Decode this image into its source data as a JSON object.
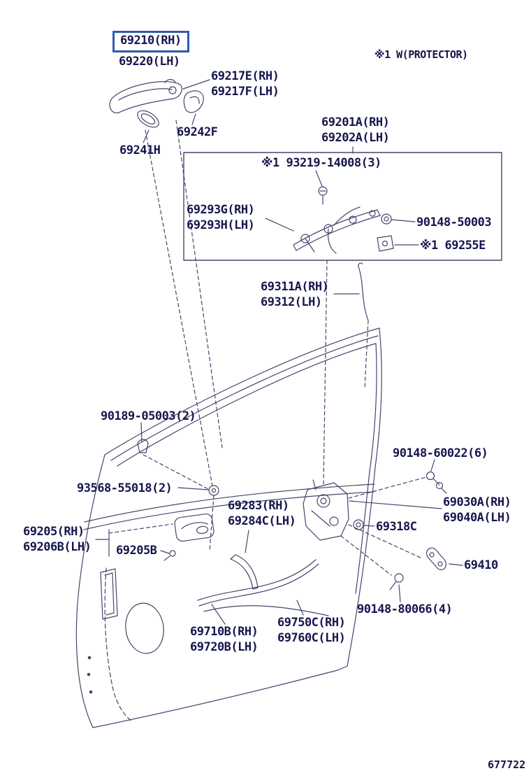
{
  "diagram": {
    "kind": "automotive-parts-diagram",
    "subject": "front door lock and handle",
    "figure_code": "677722",
    "note_protector": "※1 W(PROTECTOR)",
    "highlighted_part": "69210(RH)",
    "colors": {
      "background": "#ffffff",
      "text": "#16164e",
      "line": "#45456d",
      "highlight_border": "#2d5da9"
    }
  },
  "parts": {
    "p69210_rh": "69210(RH)",
    "p69220_lh": "69220(LH)",
    "p69217e_rh": "69217E(RH)",
    "p69217f_lh": "69217F(LH)",
    "p69242f": "69242F",
    "p69241h": "69241H",
    "p69201a_rh": "69201A(RH)",
    "p69202a_lh": "69202A(LH)",
    "p93219_14008": "※1 93219-14008(3)",
    "p69293g_rh": "69293G(RH)",
    "p69293h_lh": "69293H(LH)",
    "p90148_50003": "90148-50003",
    "p69255e": "※1 69255E",
    "p69311a_rh": "69311A(RH)",
    "p69312_lh": "69312(LH)",
    "p90189_05003": "90189-05003(2)",
    "p93568_55018": "93568-55018(2)",
    "p90148_60022": "90148-60022(6)",
    "p69283_rh": "69283(RH)",
    "p69284c_lh": "69284C(LH)",
    "p69030a_rh": "69030A(RH)",
    "p69040a_lh": "69040A(LH)",
    "p69318c": "69318C",
    "p69205_rh": "69205(RH)",
    "p69206b_lh": "69206B(LH)",
    "p69205b": "69205B",
    "p69410": "69410",
    "p90148_80066": "90148-80066(4)",
    "p69710b_rh": "69710B(RH)",
    "p69720b_lh": "69720B(LH)",
    "p69750c_rh": "69750C(RH)",
    "p69760c_lh": "69760C(LH)"
  }
}
